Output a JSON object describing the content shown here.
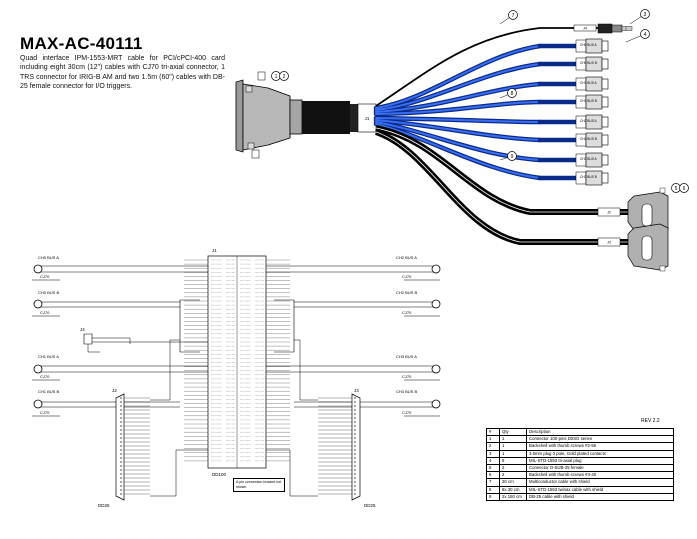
{
  "title": "MAX-AC-40111",
  "description": "Quad interface IPM-1553-MRT cable for PCI/cPCI-400 card including eight 30cm (12\") cables with CJ70 tri-axial connector, 1 TRS connector for IRIG-B AM and two 1.5m (60\") cables with DB-25 female connector for I/O triggers.",
  "balloons": [
    "1",
    "2",
    "3",
    "4",
    "5",
    "6",
    "7",
    "8"
  ],
  "cable_labels": {
    "j1": "J1",
    "j4": "J4",
    "ch_bus": [
      "CH0 BUS A",
      "CH0 BUS B",
      "CH1 BUS A",
      "CH1 BUS B",
      "CH2 BUS A",
      "CH2 BUS B",
      "CH3 BUS A",
      "CH3 BUS B"
    ],
    "j2": "J2",
    "j3": "J3"
  },
  "schematic": {
    "left_channels": [
      "CH0 BUS A",
      "CH0 BUS B",
      "CH1 BUS A",
      "CH1 BUS B"
    ],
    "right_channels": [
      "CH2 BUS A",
      "CH2 BUS B",
      "CH3 BUS A",
      "CH3 BUS B"
    ],
    "cj70": "CJ70",
    "j1_label": "J1",
    "j1_type": "DD100",
    "j2_label": "J2",
    "j2_type": "DD25",
    "j3_label": "J3",
    "j3_type": "DD25",
    "j4_label": "J4"
  },
  "note": "A pin connection bracket not shown",
  "revision": "REV 2.2",
  "bom": {
    "headers": [
      "#",
      "Qty",
      "Description"
    ],
    "rows": [
      [
        "1",
        "1",
        "Connector 100-pins D0SG series"
      ],
      [
        "2",
        "1",
        "Backshell with thumb screws #2-56"
      ],
      [
        "3",
        "1",
        "3.5mm plug 3 pole, Gold plated contacts"
      ],
      [
        "4",
        "8",
        "MIL-STD-1553 tri-axial plug"
      ],
      [
        "5",
        "2",
        "Connector D-SUB-25 female"
      ],
      [
        "6",
        "2",
        "Backshell with thumb screws #4-40"
      ],
      [
        "7",
        "30 cm",
        "Multiconductor cable with shield"
      ],
      [
        "8",
        "8x 30 cm",
        "MIL-STD-1553 twinax cable with shield"
      ],
      [
        "9",
        "2x 150 cm",
        "DB-25 cable with shield"
      ]
    ]
  }
}
